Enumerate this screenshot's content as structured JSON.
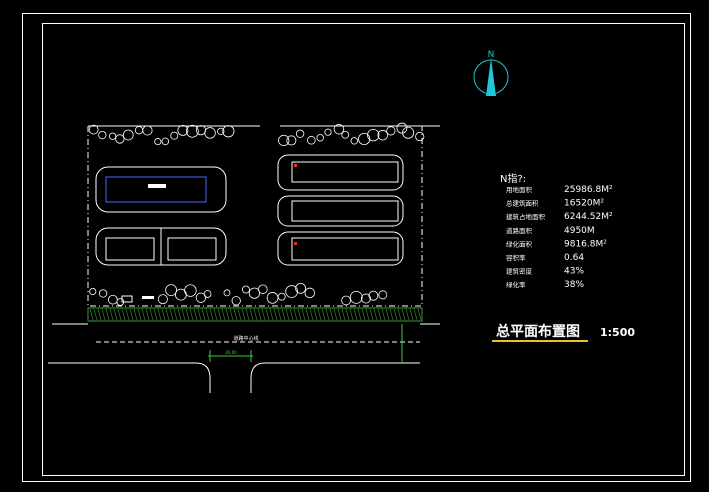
{
  "north": {
    "label": "N"
  },
  "stats": {
    "heading": "N指?:",
    "rows": [
      {
        "label": "用地面积",
        "value": "25986.8M²"
      },
      {
        "label": "总建筑面积",
        "value": "16520M²"
      },
      {
        "label": "建筑占地面积",
        "value": "6244.52M²"
      },
      {
        "label": "道路面积",
        "value": "4950M"
      },
      {
        "label": "绿化面积",
        "value": "9816.8M²"
      },
      {
        "label": "容积率",
        "value": "0.64"
      },
      {
        "label": "建筑密度",
        "value": "43%"
      },
      {
        "label": "绿化率",
        "value": "38%"
      }
    ]
  },
  "drawing": {
    "title": "总平面布置图",
    "scale": "1:500",
    "road_label": "道路中心线",
    "gate_dimension": "20.00"
  },
  "colors": {
    "frame": "#ffffff",
    "building": "#ffffff",
    "tree": "#ffffff",
    "hedge": "#3a9a3a",
    "dimension": "#3ccc3c",
    "north_arrow": "#1ec8d8",
    "title": "#ffffff",
    "title_underline": "#e8c030",
    "accent": "#e03030"
  }
}
